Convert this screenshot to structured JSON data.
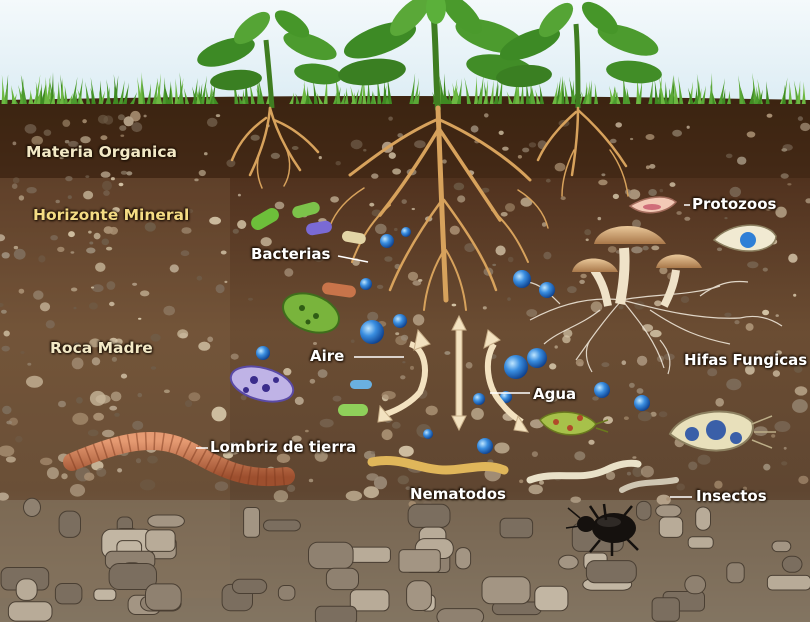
{
  "diagram": {
    "horizons": {
      "materia_organica": "Materia Organica",
      "horizonte_mineral": "Horizonte Mineral",
      "roca_madre": "Roca Madre"
    },
    "organisms": {
      "bacterias": "Bacterias",
      "aire": "Aire",
      "agua": "Agua",
      "protozoos": "Protozoos",
      "hifas": "Hifas Fungicas",
      "lombriz": "Lombriz de tierra",
      "nematodos": "Nematodos",
      "insectos": "Insectos"
    }
  },
  "colors": {
    "sky": "#e6f2f7",
    "grass": "#4f9a2a",
    "topsoil": "#4a2e18",
    "mineral_soil": "#6e4f33",
    "bedrock": "#8a7a66",
    "root": "#d7a25c",
    "water_drop": "#2f7fd6",
    "worm": "#c8774f",
    "label_mineral": "#f4dc84"
  }
}
